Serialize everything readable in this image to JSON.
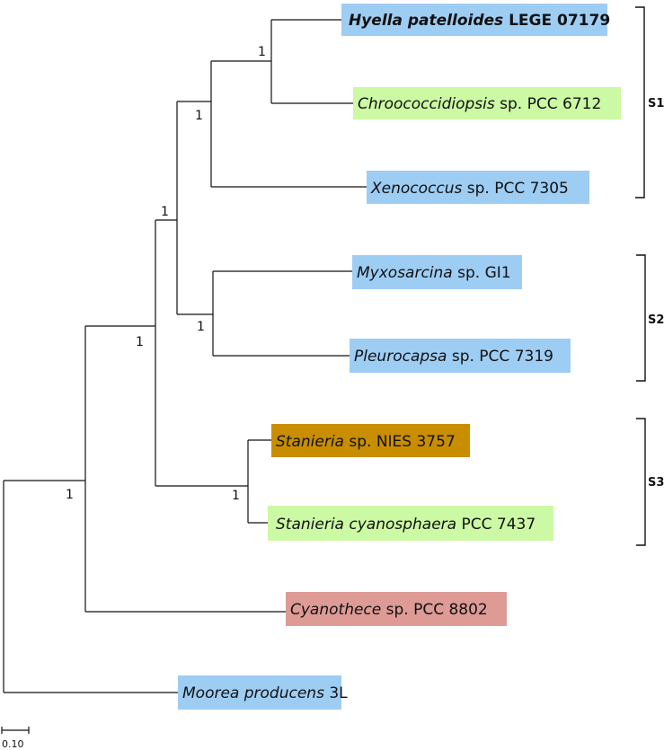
{
  "tree": {
    "taxa": [
      {
        "genus": "Hyella patelloides",
        "rest": " LEGE 07179",
        "bold": true,
        "color": "#9ecdf4"
      },
      {
        "genus": "Chroococcidiopsis",
        "rest": " sp. PCC 6712",
        "bold": false,
        "color": "#ccf9a4"
      },
      {
        "genus": "Xenococcus",
        "rest": " sp. PCC 7305",
        "bold": false,
        "color": "#9ecdf4"
      },
      {
        "genus": "Myxosarcina",
        "rest": " sp. GI1",
        "bold": false,
        "color": "#9ecdf4"
      },
      {
        "genus": "Pleurocapsa",
        "rest": " sp. PCC 7319",
        "bold": false,
        "color": "#9ecdf4"
      },
      {
        "genus": "Stanieria",
        "rest": " sp. NIES 3757",
        "bold": false,
        "color": "#c88e00"
      },
      {
        "genus": "Stanieria cyanosphaera",
        "rest": " PCC 7437",
        "bold": false,
        "color": "#ccf9a4"
      },
      {
        "genus": "Cyanothece",
        "rest": " sp. PCC 8802",
        "bold": false,
        "color": "#de9a95"
      },
      {
        "genus": "Moorea producens",
        "rest": " 3L",
        "bold": false,
        "color": "#9ecdf4"
      }
    ],
    "support_values": [
      "1",
      "1",
      "1",
      "1",
      "1",
      "1",
      "1"
    ],
    "clades": [
      "S1",
      "S2",
      "S3"
    ],
    "scale_bar": "0.10"
  }
}
